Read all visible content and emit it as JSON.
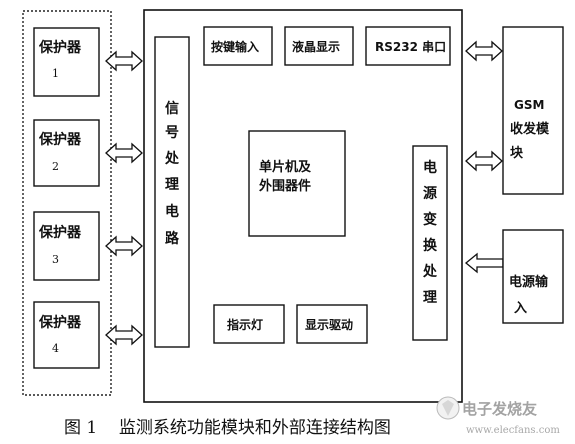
{
  "protectors": [
    {
      "name": "保护器",
      "index": "1"
    },
    {
      "name": "保护器",
      "index": "2"
    },
    {
      "name": "保护器",
      "index": "3"
    },
    {
      "name": "保护器",
      "index": "4"
    }
  ],
  "signal_processing": [
    "信",
    "号",
    "处",
    "理",
    "电",
    "路"
  ],
  "key_input": "按键输入",
  "lcd_display": "液晶显示",
  "rs232": "RS232 串口",
  "mcu_line1": "单片机及",
  "mcu_line2": "外围器件",
  "power_conversion": [
    "电",
    "源",
    "变",
    "换",
    "处",
    "理"
  ],
  "indicator_light": "指示灯",
  "display_driver": "显示驱动",
  "gsm_line1": "GSM",
  "gsm_line2": "收发模",
  "gsm_line3": "块",
  "power_input_line1": "电源输",
  "power_input_line2": "入",
  "caption": "图 1    监测系统功能模块和外部连接结构图",
  "watermark": "电子发烧友",
  "watermark_url": "www.elecfans.com"
}
